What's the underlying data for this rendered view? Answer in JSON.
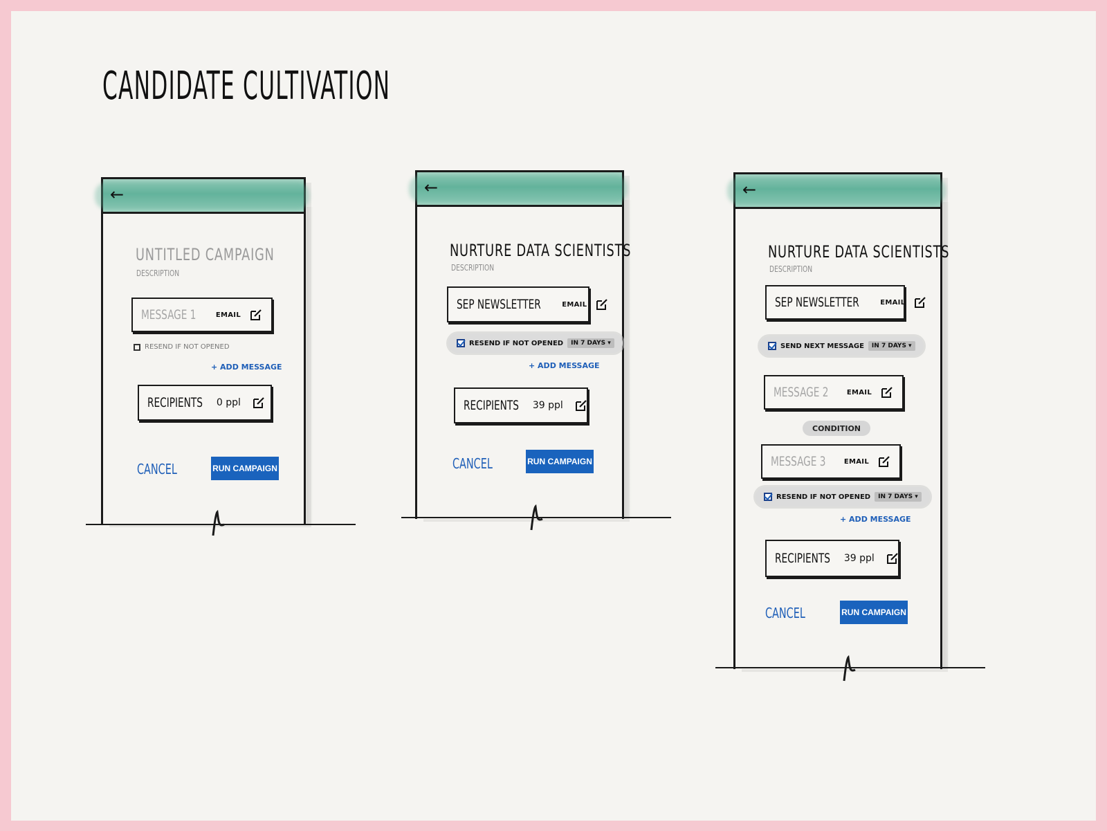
{
  "page": {
    "title": "Candidate Cultivation",
    "border_color": "#f6c9d1",
    "paper_color": "#f5f4f1",
    "accent_color": "#1a63bd",
    "appbar_color": "#5fb49a"
  },
  "screens": [
    {
      "back_icon": "arrow-left-icon",
      "campaign_title": "Untitled Campaign",
      "description": "Description",
      "messages": [
        {
          "label": "Message 1",
          "channel": "Email",
          "edit_icon": "edit-icon"
        }
      ],
      "resend": {
        "label": "Resend if not opened",
        "checked": false
      },
      "add_message": "+ Add Message",
      "recipients": {
        "label": "Recipients",
        "count": "0 ppl"
      },
      "cancel_label": "Cancel",
      "run_label": "Run Campaign"
    },
    {
      "back_icon": "arrow-left-icon",
      "campaign_title": "Nurture Data Scientists",
      "description": "Description",
      "messages": [
        {
          "label": "Sep Newsletter",
          "channel": "Email",
          "edit_icon": "edit-icon"
        }
      ],
      "resend": {
        "label": "Resend if not opened",
        "in": "In",
        "days": "7 Days ▾",
        "checked": true
      },
      "add_message": "+ Add Message",
      "recipients": {
        "label": "Recipients",
        "count": "39 ppl"
      },
      "cancel_label": "Cancel",
      "run_label": "Run Campaign"
    },
    {
      "back_icon": "arrow-left-icon",
      "campaign_title": "Nurture Data Scientists",
      "description": "Description",
      "messages": [
        {
          "label": "Sep Newsletter",
          "channel": "Email",
          "edit_icon": "edit-icon"
        },
        {
          "label": "Message 2",
          "channel": "Email",
          "edit_icon": "edit-icon"
        },
        {
          "label": "Message 3",
          "channel": "Email",
          "edit_icon": "edit-icon"
        }
      ],
      "send_next": {
        "label": "Send next message",
        "in": "In",
        "days": "7 Days ▾",
        "checked": true
      },
      "condition": "Condition",
      "resend": {
        "label": "Resend if not opened",
        "in": "In",
        "days": "7 Days ▾",
        "checked": true
      },
      "add_message": "+ Add Message",
      "recipients": {
        "label": "Recipients",
        "count": "39 ppl"
      },
      "cancel_label": "Cancel",
      "run_label": "Run Campaign"
    }
  ]
}
